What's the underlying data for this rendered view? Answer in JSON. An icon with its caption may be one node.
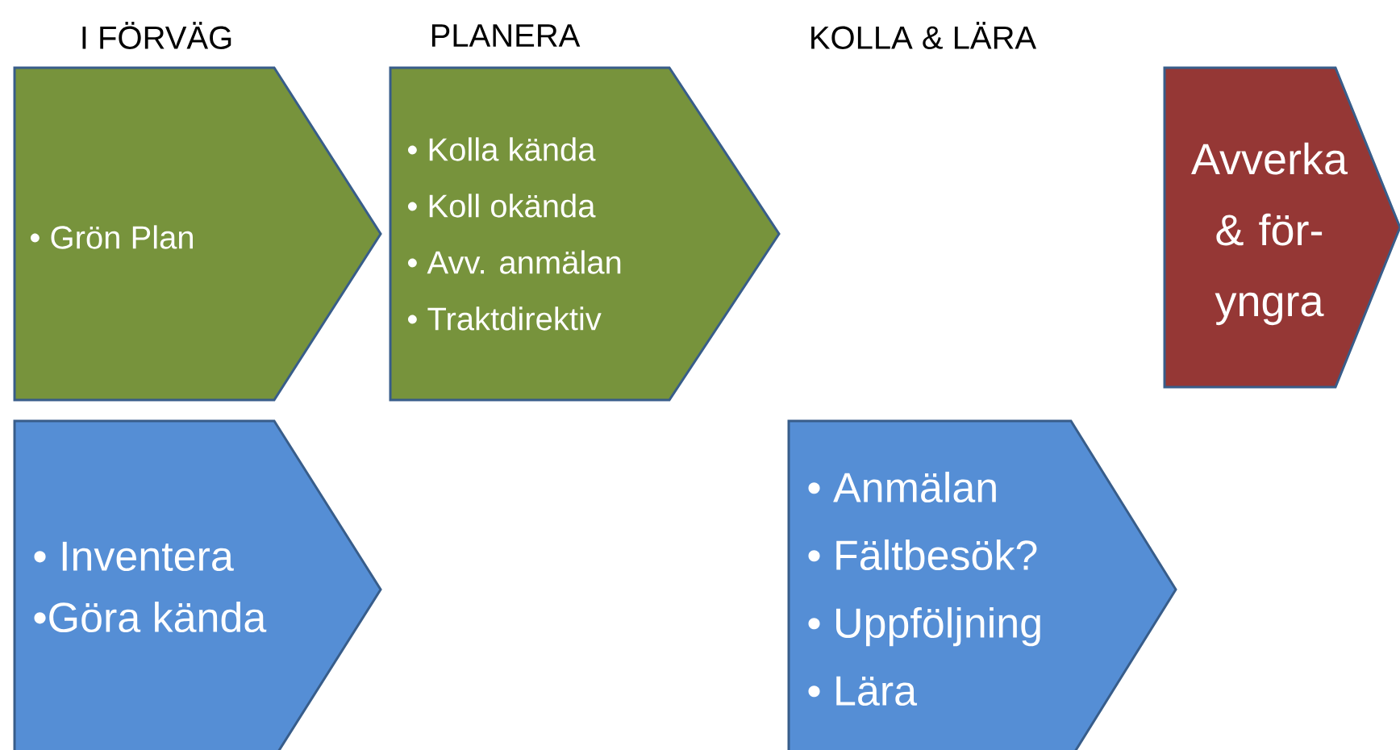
{
  "diagram": {
    "nodes": [
      {
        "text": [
          "• Grön Plan"
        ]
      },
      {
        "text": [
          "• Kolla kända",
          "• Koll okända",
          "• Avv. anmälan",
          "• Traktdirektiv"
        ]
      },
      {
        "text": [
          "Avverka & för- yngra"
        ]
      },
      {
        "text": [
          "• Inventera",
          "•Göra kända"
        ]
      },
      {
        "text": [
          "• Anmälan",
          "• Fältbesök?",
          "• Uppföljning",
          "• Lära"
        ]
      }
    ],
    "labels": [
      "I FÖRVÄG",
      "PLANERA",
      "KOLLA & LÄRA"
    ]
  }
}
